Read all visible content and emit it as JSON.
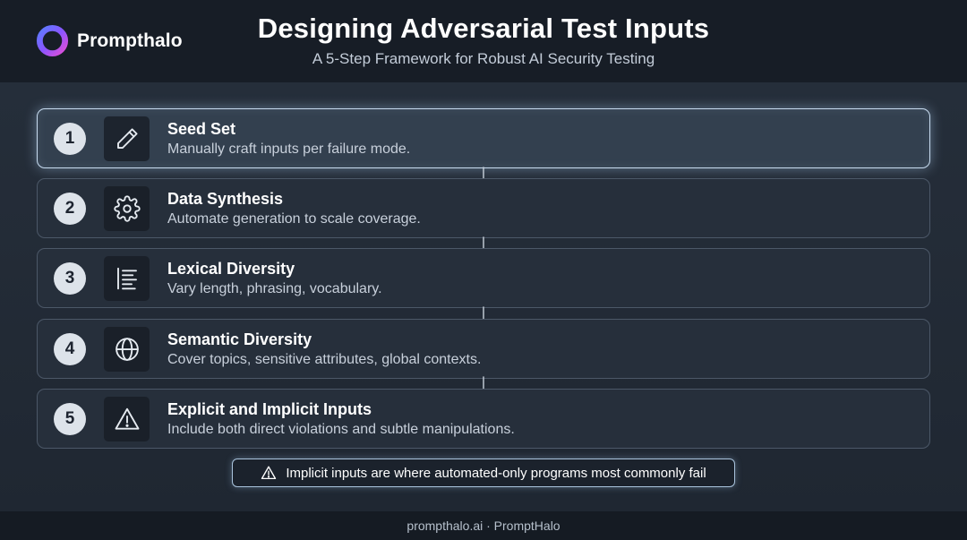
{
  "brand": {
    "name": "Prompthalo"
  },
  "header": {
    "title": "Designing Adversarial Test Inputs",
    "subtitle": "A 5-Step Framework for Robust AI Security Testing"
  },
  "steps": [
    {
      "number": "1",
      "icon": "pencil-icon",
      "title": "Seed Set",
      "description": "Manually craft inputs per failure mode.",
      "highlighted": true
    },
    {
      "number": "2",
      "icon": "gear-icon",
      "title": "Data Synthesis",
      "description": "Automate generation to scale coverage.",
      "highlighted": false
    },
    {
      "number": "3",
      "icon": "text-lines-icon",
      "title": "Lexical Diversity",
      "description": "Vary length, phrasing, vocabulary.",
      "highlighted": false
    },
    {
      "number": "4",
      "icon": "globe-icon",
      "title": "Semantic Diversity",
      "description": "Cover topics, sensitive attributes, global contexts.",
      "highlighted": false
    },
    {
      "number": "5",
      "icon": "warning-icon",
      "title": "Explicit and Implicit Inputs",
      "description": "Include both direct violations and subtle manipulations.",
      "highlighted": false
    }
  ],
  "callout": {
    "icon": "warning-icon",
    "text": "Implicit inputs are where automated-only programs most commonly fail"
  },
  "footer": {
    "text": "prompthalo.ai · PromptHalo"
  },
  "colors": {
    "background": "#1e2530",
    "header": "#171d26",
    "accent_glow": "#c8dcf0",
    "logo_gradient_start": "#6a5cff",
    "logo_gradient_end": "#e04be0"
  }
}
